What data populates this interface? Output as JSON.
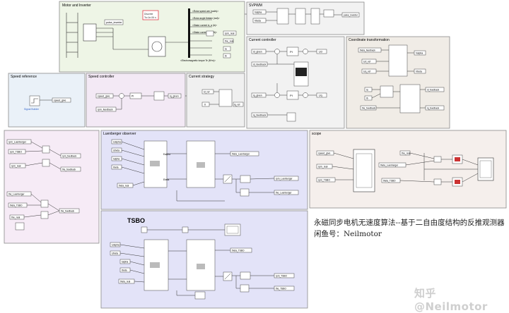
{
  "subsystems": {
    "motor": {
      "title": "Motor and Inverter",
      "display": "Discrete\n1e-06 s.",
      "labels": [
        "pulse_inverter",
        "<Rotor speed wm (rad/s)>",
        "<Rotor angle thetam (rad)>",
        "<Stator current is_a (A)>",
        "<Stator current is_b (A)>",
        "<Electromagnetic torque Te (N*m)>",
        "rpm_real",
        "the_real",
        "ia",
        "ib"
      ]
    },
    "svpwm": {
      "title": "SVPWM",
      "labels": [
        "Valpha",
        "Vbeta",
        "pulse_inverter"
      ]
    },
    "current": {
      "title": "Current controller",
      "labels": [
        "id_given",
        "iq_given",
        "id_feedback",
        "iq_feedback",
        "PI",
        "PI",
        "Ud",
        "Uq"
      ]
    },
    "coord": {
      "title": "Coordinate transformation",
      "labels": [
        "theta_feedback",
        "Ud_ref",
        "Uq_ref",
        "Valpha",
        "Vbeta",
        "ia",
        "ib",
        "the_feedback",
        "id_feedback",
        "iq_feedback"
      ]
    },
    "speedref": {
      "title": "Speed reference",
      "labels": [
        "Signal Builder",
        "speed_give"
      ]
    },
    "speedctl": {
      "title": "Speed controller",
      "labels": [
        "speed_give",
        "rpm_feedback",
        "iq_given",
        "PI"
      ]
    },
    "curstrat": {
      "title": "Current strategy",
      "labels": [
        "id_ref",
        "0",
        "iq_ref"
      ]
    },
    "left": {
      "labels": [
        "rpm_Luenberger",
        "rpm_TSBO",
        "rpm_real",
        "rpm_feedback",
        "the_feedback",
        "the_Luenberger",
        "theta_TSBO",
        "the_real",
        "the_feedback"
      ]
    },
    "luen": {
      "title": "Luenberger observer",
      "labels": [
        "Ualpha",
        "Ubeta",
        "Ialpha",
        "Ibeta",
        "theta_real",
        "Ealpha",
        "Ebeta",
        "theta_Luenberger",
        "rpm_Luenberger",
        "the_Luenberger"
      ]
    },
    "scope": {
      "title": "scope",
      "labels": [
        "speed_give",
        "rpm_real",
        "rpm_TSBO",
        "the_real",
        "theta_Luenberger",
        "theta_TSBO"
      ]
    },
    "tsbo": {
      "title": "TSBO",
      "labels": [
        "Ualpha",
        "Ubeta",
        "Ialpha",
        "Ibeta",
        "theta_real",
        "theta_TSBO",
        "rpm_TSBO",
        "the_TSBO"
      ]
    }
  },
  "caption": {
    "line1": "永磁同步电机无速度算法--基于二自由度结构的反推观测器",
    "line2": "闲鱼号：Neilmotor"
  },
  "watermark": "知乎 @Neilmotor",
  "colors": {
    "motor_bg": "#eef5e6",
    "svpwm_bg": "#f2f2f2",
    "current_bg": "#f2f2f2",
    "coord_bg": "#f0ece6",
    "speedref_bg": "#eaf1f8",
    "speedctl_bg": "#f3e9f5",
    "curstrat_bg": "#f0f0f0",
    "left_bg": "#f6ebf6",
    "luen_bg": "#e3e3f8",
    "scope_bg": "#f5efec",
    "tsbo_bg": "#e3e3f8"
  }
}
